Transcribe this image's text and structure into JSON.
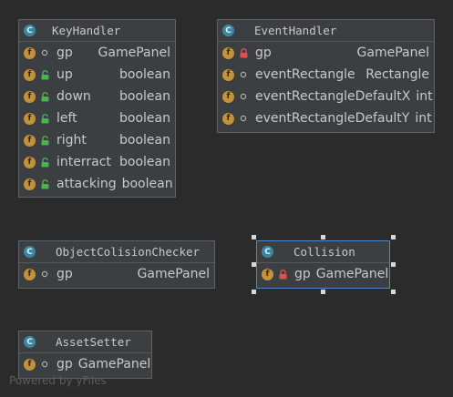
{
  "classes": [
    {
      "name": "KeyHandler",
      "fields": [
        {
          "name": "gp",
          "type": "GamePanel",
          "visibility": "package"
        },
        {
          "name": "up",
          "type": "boolean",
          "visibility": "public"
        },
        {
          "name": "down",
          "type": "boolean",
          "visibility": "public"
        },
        {
          "name": "left",
          "type": "boolean",
          "visibility": "public"
        },
        {
          "name": "right",
          "type": "boolean",
          "visibility": "public"
        },
        {
          "name": "interract",
          "type": "boolean",
          "visibility": "public"
        },
        {
          "name": "attacking",
          "type": "boolean",
          "visibility": "public"
        }
      ]
    },
    {
      "name": "EventHandler",
      "fields": [
        {
          "name": "gp",
          "type": "GamePanel",
          "visibility": "private"
        },
        {
          "name": "eventRectangle",
          "type": "Rectangle",
          "visibility": "package"
        },
        {
          "name": "eventRectangleDefaultX",
          "type": "int",
          "visibility": "package"
        },
        {
          "name": "eventRectangleDefaultY",
          "type": "int",
          "visibility": "package"
        }
      ]
    },
    {
      "name": "ObjectColisionChecker",
      "fields": [
        {
          "name": "gp",
          "type": "GamePanel",
          "visibility": "package"
        }
      ]
    },
    {
      "name": "Collision",
      "fields": [
        {
          "name": "gp",
          "type": "GamePanel",
          "visibility": "private"
        }
      ]
    },
    {
      "name": "AssetSetter",
      "fields": [
        {
          "name": "gp",
          "type": "GamePanel",
          "visibility": "package"
        }
      ]
    }
  ],
  "class_badge_letter": "C",
  "field_badge_letter": "f",
  "watermark": "Powered by yFiles",
  "colors": {
    "class_badge": "#3e86a0",
    "field_badge": "#c3923a",
    "public_icon": "#4caf50",
    "private_icon": "#d9534f",
    "package_icon": "#b0b0b0",
    "selection": "#4a88c7"
  }
}
